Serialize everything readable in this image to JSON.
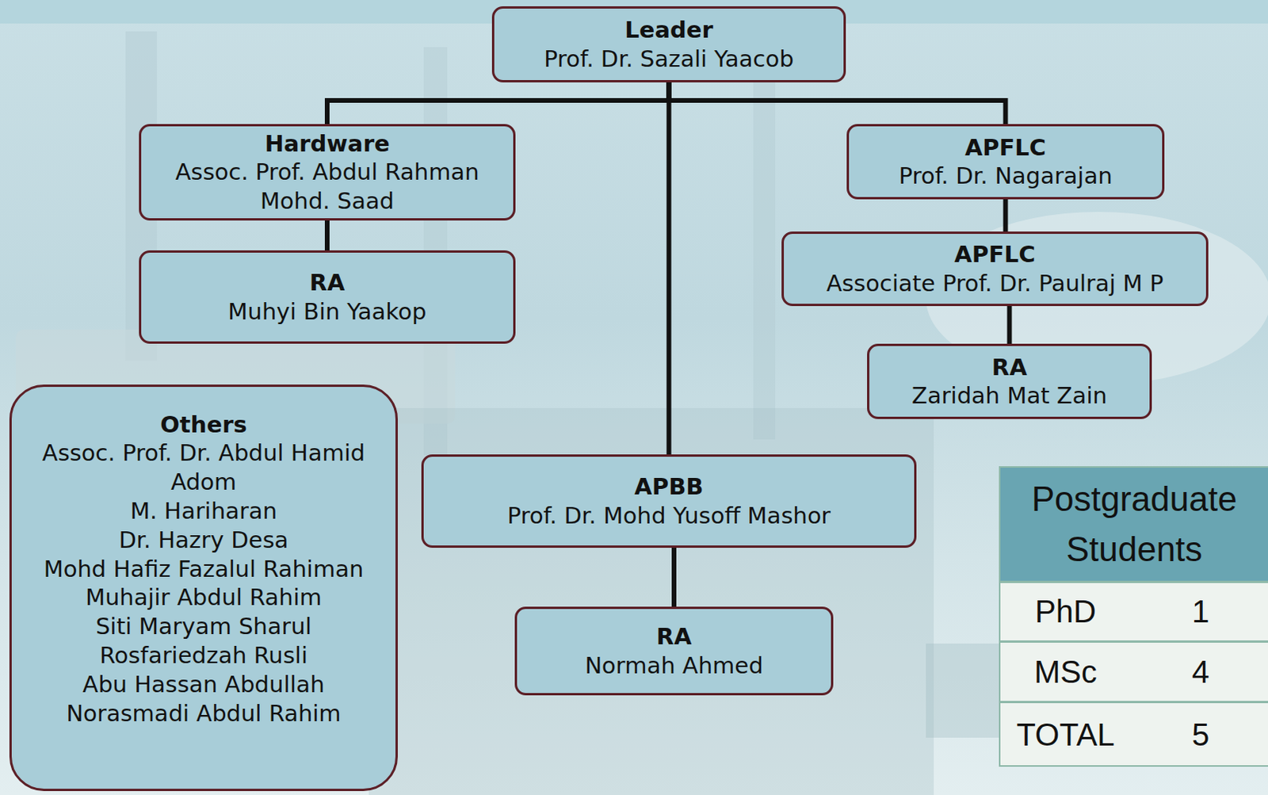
{
  "diagram": {
    "nodes": [
      {
        "text": [
          "Leader",
          "Prof. Dr. Sazali Yaacob"
        ]
      },
      {
        "text": [
          "Hardware",
          "Assoc. Prof. Abdul Rahman Mohd. Saad"
        ]
      },
      {
        "text": [
          "APFLC",
          "Prof. Dr. Nagarajan"
        ]
      },
      {
        "text": [
          "RA",
          "Muhyi Bin Yaakop"
        ]
      },
      {
        "text": [
          "APFLC",
          "Associate Prof. Dr. Paulraj M P"
        ]
      },
      {
        "text": [
          "RA",
          "Zaridah Mat Zain"
        ]
      },
      {
        "text": [
          "Others",
          "Assoc. Prof. Dr. Abdul Hamid Adom",
          "M. Hariharan",
          "Dr. Hazry Desa",
          "Mohd Hafiz Fazalul Rahiman",
          "Muhajir Abdul Rahim",
          "Siti Maryam Sharul",
          "Rosfariedzah Rusli",
          "Abu Hassan Abdullah",
          "Norasmadi Abdul Rahim"
        ]
      },
      {
        "text": [
          "APBB",
          "Prof. Dr. Mohd Yusoff Mashor"
        ]
      },
      {
        "text": [
          "RA",
          "Normah Ahmed"
        ]
      }
    ],
    "edges": [
      {
        "from": 0,
        "to": 1,
        "arrow": "none"
      },
      {
        "from": 0,
        "to": 2,
        "arrow": "none"
      },
      {
        "from": 0,
        "to": 7,
        "arrow": "none"
      },
      {
        "from": 1,
        "to": 3,
        "arrow": "none"
      },
      {
        "from": 2,
        "to": 4,
        "arrow": "none"
      },
      {
        "from": 4,
        "to": 5,
        "arrow": "none"
      },
      {
        "from": 7,
        "to": 8,
        "arrow": "none"
      }
    ],
    "labels": [
      "Postgraduate Students",
      "PhD",
      "1",
      "MSc",
      "4",
      "TOTAL",
      "5"
    ]
  }
}
